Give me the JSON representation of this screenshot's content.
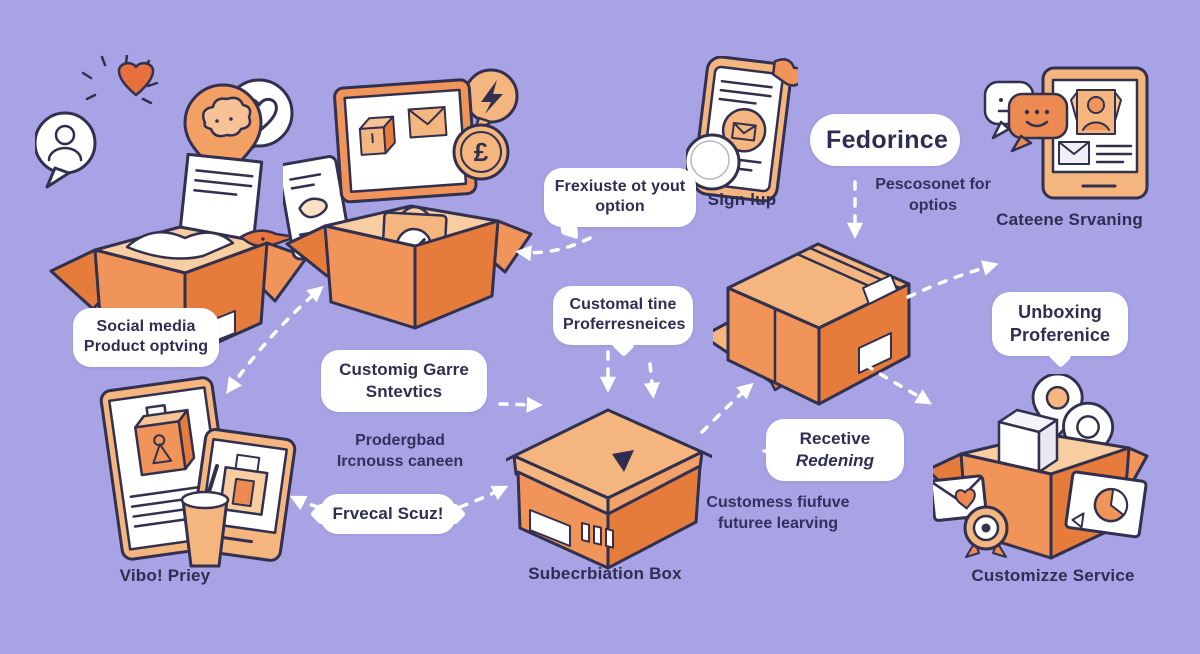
{
  "palette": {
    "background": "#a7a3e5",
    "outline": "#32304f",
    "orange_front": "#f0945a",
    "orange_side": "#e67c3c",
    "orange_light": "#f5b57e",
    "peach_interior": "#f8cda1",
    "label_background": "#ffffff",
    "text": "#2f2d52",
    "arrow": "#ffffff"
  },
  "icons": {
    "heart-burst-icon": "❤",
    "person-bubble-icon": "👤",
    "heart-bubble-icon": "♡",
    "location-pin-brain-icon": "📍",
    "lightning-bubble-icon": "⚡",
    "pound-coin-icon": "£",
    "envelope-icon": "✉",
    "checkmark-bag-icon": "✓",
    "ribbon-icon": "🎀",
    "chat-bubbles-icon": "💬",
    "avatar-icon": "👤",
    "pie-chart-card-icon": "◔",
    "map-pin-icon": "📍",
    "drink-cup-icon": "🥤",
    "shopping-bag-icon": "🛍",
    "barcode-icon": "▮▮▮",
    "heart-envelope-icon": "💌",
    "badge-icon": "◎"
  },
  "nodes": {
    "social_media": {
      "line1": "Social media",
      "line2": "Product optving"
    },
    "frexiuste": {
      "line1": "Frexiuste ot yout",
      "line2": "option"
    },
    "signup": {
      "caption": "Sign lup"
    },
    "fedorince": {
      "label": "Fedorince"
    },
    "pescosonet": {
      "line1": "Pescosonet for",
      "line2": "optios"
    },
    "cateene": {
      "caption": "Cateene Srvaning"
    },
    "customal": {
      "line1": "Customal tine",
      "line2": "Proferresneices"
    },
    "unboxing": {
      "line1": "Unboxing",
      "line2": "Proferenice"
    },
    "customig": {
      "line1": "Customig Garre",
      "line2": "Sntevtics"
    },
    "prodergbad": {
      "line1": "Prodergbad",
      "line2": "Ircnouss caneen"
    },
    "frvecal": {
      "label": "Frvecal Scuz!"
    },
    "subscription": {
      "caption": "Subecrbiation Box"
    },
    "receive": {
      "line1": "Recetive",
      "line2": "Redening"
    },
    "customess": {
      "line1": "Customess fiufuve",
      "line2": "futuree learving"
    },
    "vibo": {
      "caption": "Vibo! Priey"
    },
    "customizze": {
      "caption": "Customizze Service"
    }
  }
}
